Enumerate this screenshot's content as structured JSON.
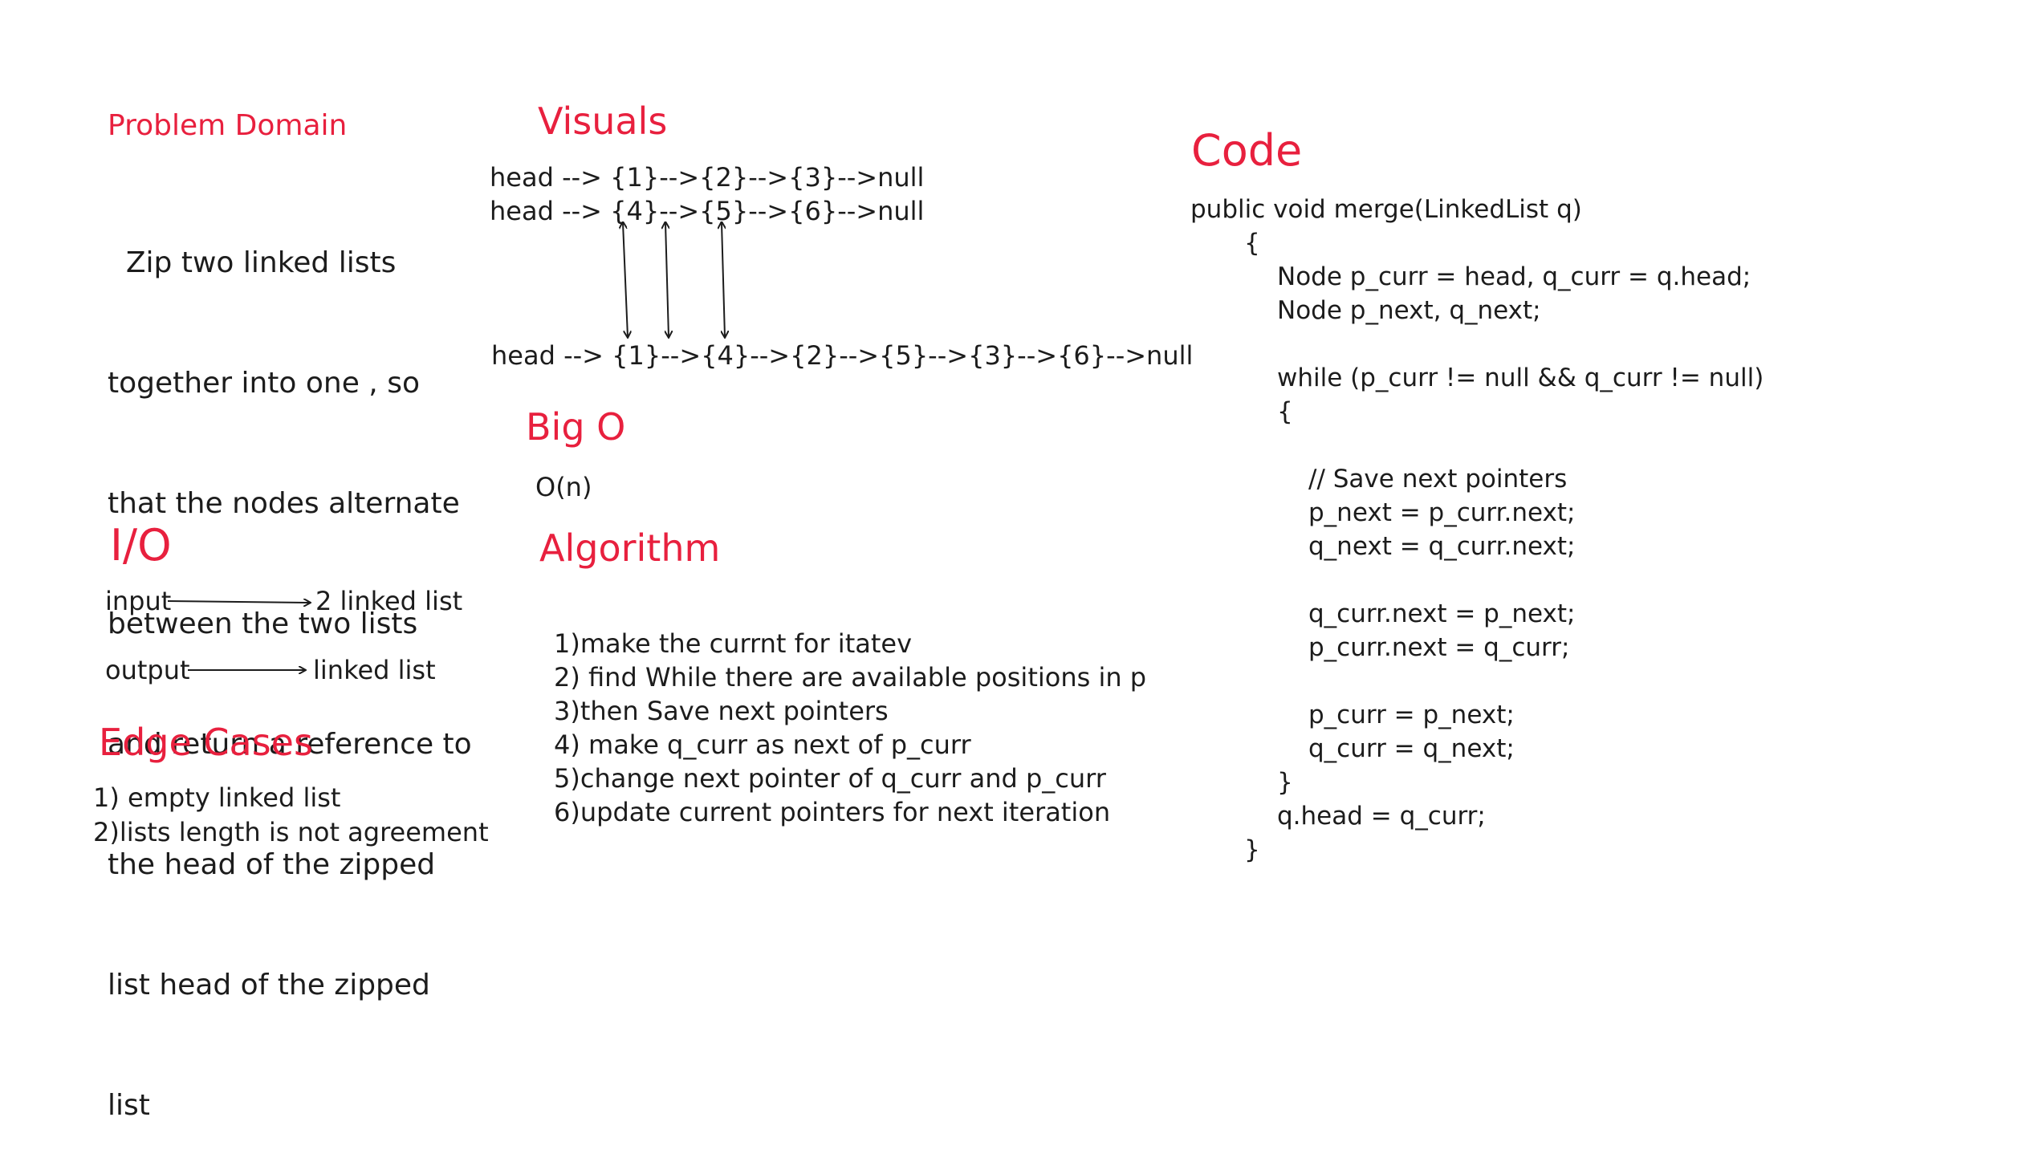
{
  "problem_domain": {
    "title": "Problem Domain",
    "lines": [
      "  Zip two linked lists",
      "together into one , so",
      "that the nodes alternate",
      "between the two lists",
      "and return a reference to",
      "the head of the zipped",
      "list head of the zipped",
      "list"
    ]
  },
  "io": {
    "title": "I/O",
    "input_label": "input",
    "input_value": "2  linked list",
    "output_label": "output",
    "output_value": "linked list"
  },
  "edge_cases": {
    "title": "Edge Cases",
    "items": [
      "1) empty linked list",
      "2)lists length is not agreement"
    ]
  },
  "visuals": {
    "title": "Visuals",
    "list1": "head --> {1}-->{2}-->{3}-->null",
    "list2": "head --> {4}-->{5}-->{6}-->null",
    "merged": "head --> {1}-->{4}-->{2}-->{5}-->{3}-->{6}-->null"
  },
  "big_o": {
    "title": "Big O",
    "value": "O(n)"
  },
  "algorithm": {
    "title": "Algorithm",
    "steps": [
      "1)make the currnt for itatev",
      "2) find While there are available positions in p",
      "3)then Save next pointers",
      "4) make q_curr as next of p_curr",
      "5)change next pointer of q_curr and  p_curr",
      "6)update current pointers for next iteration"
    ]
  },
  "code": {
    "title": "Code",
    "lines": [
      "public void merge(LinkedList q)",
      "{",
      "Node p_curr = head, q_curr = q.head;",
      "Node p_next, q_next;",
      "",
      "while (p_curr != null && q_curr != null)",
      "{",
      "",
      "// Save next pointers",
      "p_next = p_curr.next;",
      "q_next = q_curr.next;",
      "",
      "q_curr.next = p_next;",
      "p_curr.next = q_curr;",
      "",
      "p_curr = p_next;",
      "q_curr = q_next;",
      "}",
      "q.head = q_curr;",
      "}"
    ]
  },
  "colors": {
    "heading": "#e8203e",
    "text": "#1c1c1c",
    "background": "#ffffff"
  }
}
